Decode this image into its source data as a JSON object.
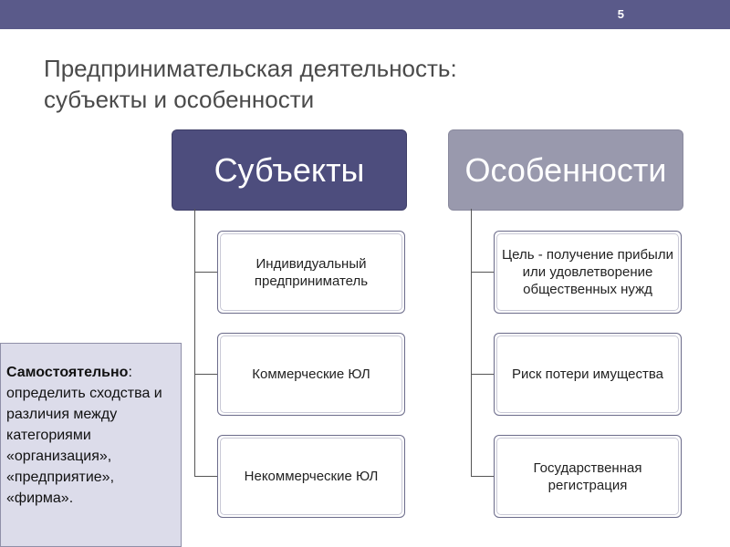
{
  "header": {
    "slide_number": "5",
    "title_line1": "Предпринимательская деятельность:",
    "title_line2": "субъекты и особенности"
  },
  "diagram": {
    "left_column": {
      "heading": "Субъекты",
      "items": [
        "Индивидуальный предприниматель",
        "Коммерческие ЮЛ",
        "Некоммерческие ЮЛ"
      ]
    },
    "right_column": {
      "heading": "Особенности",
      "items": [
        "Цель - получение прибыли или удовлетворение общественных нужд",
        "Риск потери имущества",
        "Государственная регистрация"
      ]
    }
  },
  "task_note": {
    "bold_label": "Самостоятельно",
    "text": ": определить сходства и различия между категориями «организация», «предприятие», «фирма»."
  },
  "colors": {
    "topbar": "#5a5a8a",
    "left_heading_bg": "#4d4d7d",
    "right_heading_bg": "#9999ad",
    "note_bg": "#dcdcea"
  }
}
